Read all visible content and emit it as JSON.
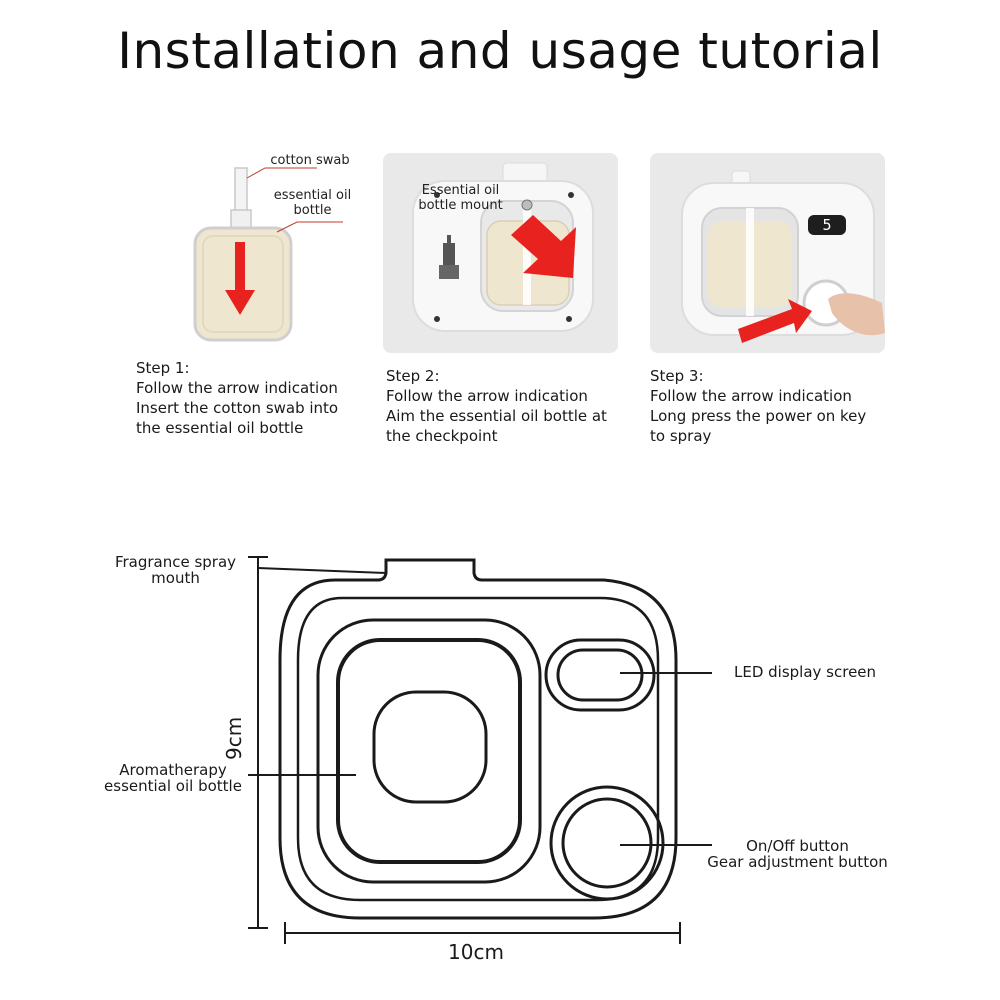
{
  "title": "Installation and usage tutorial",
  "panels": {
    "p1": {
      "cotton_swab": "cotton swab",
      "oil_bottle": "essential oil bottle"
    },
    "p2": {
      "bottle_mount": "Essential oil bottle mount"
    },
    "p3": {
      "led_digit": "5"
    }
  },
  "steps": [
    {
      "title": "Step 1:",
      "lines": [
        "Follow the arrow indication",
        "Insert the cotton swab into",
        "the essential oil bottle"
      ]
    },
    {
      "title": "Step 2:",
      "lines": [
        "Follow the arrow indication",
        "Aim the essential oil bottle at",
        "the checkpoint"
      ]
    },
    {
      "title": "Step 3:",
      "lines": [
        "Follow the arrow indication",
        "Long press the power on key",
        "to spray"
      ]
    }
  ],
  "diagram": {
    "spray_mouth": "Fragrance spray mouth",
    "led_screen": "LED display screen",
    "oil_bottle": "Aromatherapy essential oil bottle",
    "button_line1": "On/Off button",
    "button_line2": "Gear adjustment button",
    "height": "9cm",
    "width": "10cm"
  },
  "colors": {
    "arrow": "#e8231f",
    "oil": "#efe6cf",
    "outline": "#1a1a1a",
    "panel_bg": "#e9e9e9"
  }
}
